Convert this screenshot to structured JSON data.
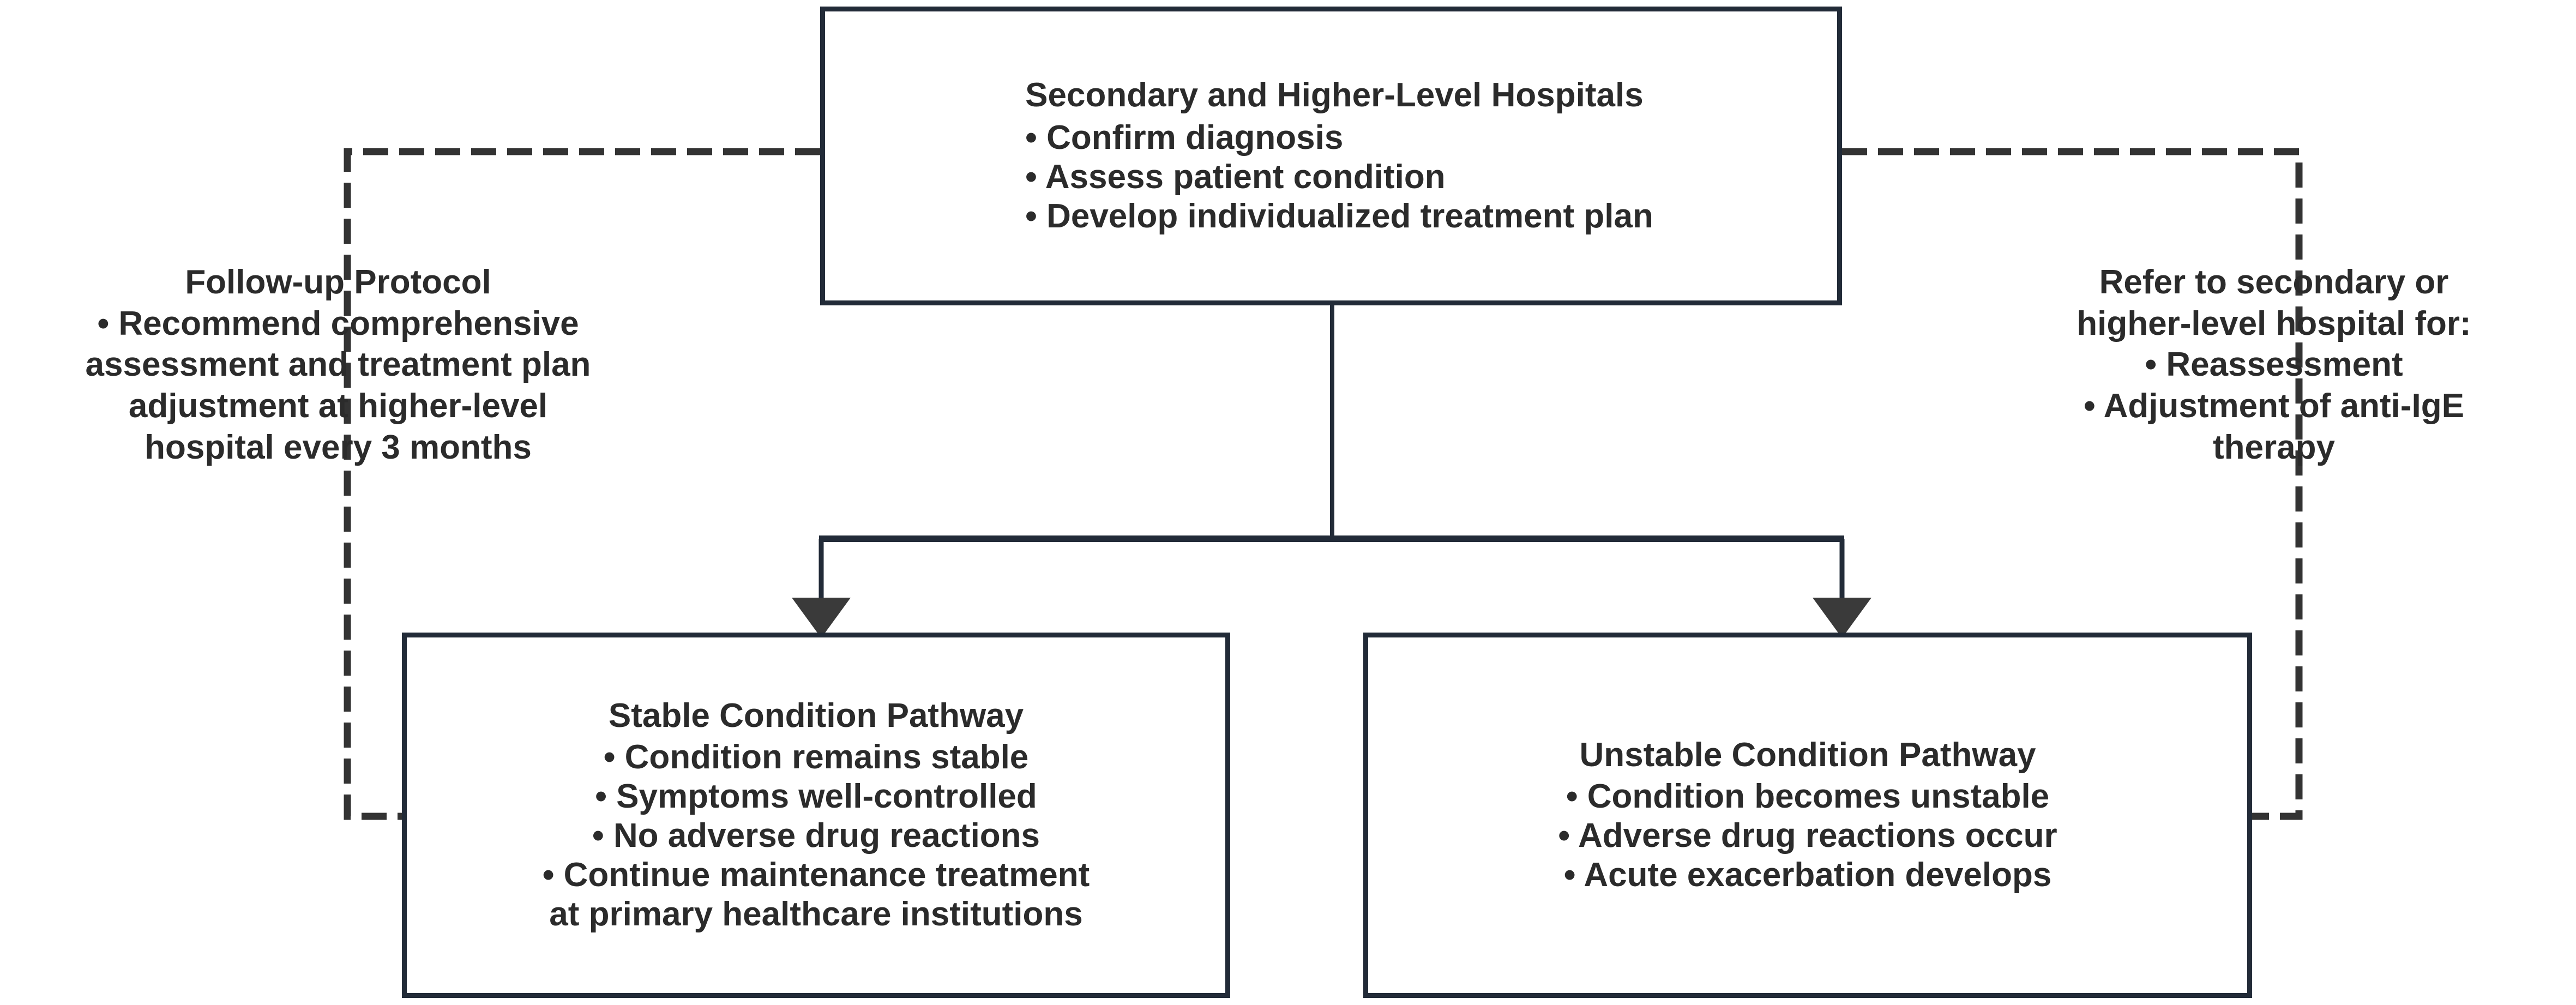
{
  "diagram": {
    "title": "Asthma anti-IgE therapy referral and follow-up pathway",
    "colors": {
      "border": "#222b38",
      "text": "#2b2b2b",
      "background": "#ffffff",
      "connector": "#222b38"
    }
  },
  "nodes": {
    "top": {
      "title": "Secondary and Higher-Level Hospitals",
      "bullets": [
        "• Confirm diagnosis",
        "• Assess patient condition",
        "• Develop individualized treatment plan"
      ]
    },
    "stable": {
      "title": "Stable Condition Pathway",
      "bullets": [
        "• Condition remains stable",
        "• Symptoms well-controlled",
        "• No adverse drug reactions",
        "• Continue maintenance treatment",
        "at primary healthcare institutions"
      ]
    },
    "unstable": {
      "title": "Unstable Condition Pathway",
      "bullets": [
        "• Condition becomes unstable",
        "• Adverse drug reactions occur",
        "• Acute exacerbation develops"
      ]
    }
  },
  "annotations": {
    "left": {
      "title": "Follow-up Protocol",
      "lines": [
        "• Recommend comprehensive",
        "assessment and treatment plan",
        "adjustment at higher-level",
        "hospital every 3 months"
      ]
    },
    "right": {
      "title": "Refer to secondary or",
      "lines": [
        "higher-level hospital for:",
        "• Reassessment",
        "• Adjustment of anti-IgE",
        "therapy"
      ]
    }
  },
  "connectors": {
    "trunk_label": "solid-trunk-down",
    "branch_label": "solid-branch-horizontal",
    "left_arrow_label": "arrow-to-stable",
    "right_arrow_label": "arrow-to-unstable",
    "left_dashed_label": "dashed-followup-loop",
    "right_dashed_label": "dashed-referral-loop"
  }
}
